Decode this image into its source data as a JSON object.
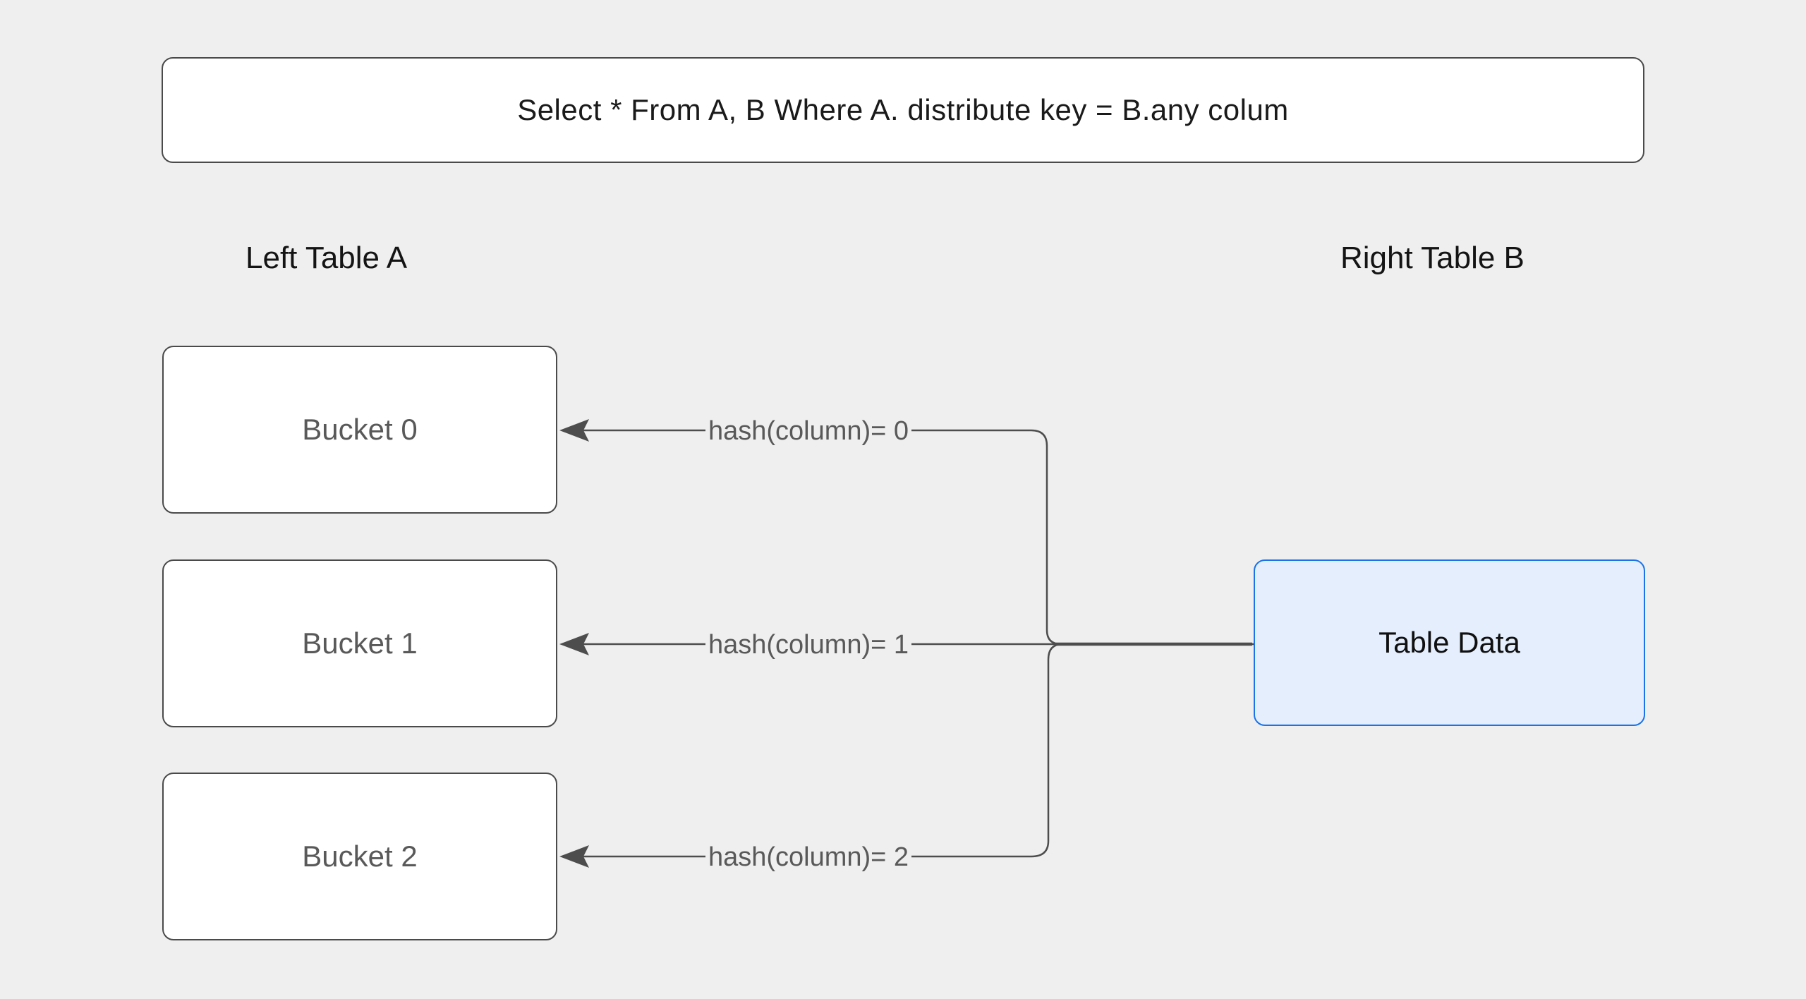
{
  "title": {
    "text": "Select * From A, B Where A. distribute key = B.any colum"
  },
  "sections": {
    "left": "Left Table A",
    "right": "Right Table B"
  },
  "buckets": [
    {
      "label": "Bucket 0"
    },
    {
      "label": "Bucket 1"
    },
    {
      "label": "Bucket 2"
    }
  ],
  "table_data": {
    "label": "Table Data"
  },
  "edges": [
    {
      "label": "hash(column)= 0"
    },
    {
      "label": "hash(column)= 1"
    },
    {
      "label": "hash(column)= 2"
    }
  ],
  "colors": {
    "background": "#efefef",
    "box_border": "#4a4a4a",
    "connector_line": "#4d4d4d",
    "bucket_text": "#595959",
    "edge_label_text": "#595959",
    "table_data_border": "#1a73e8",
    "table_data_fill": "#e4eefc"
  }
}
